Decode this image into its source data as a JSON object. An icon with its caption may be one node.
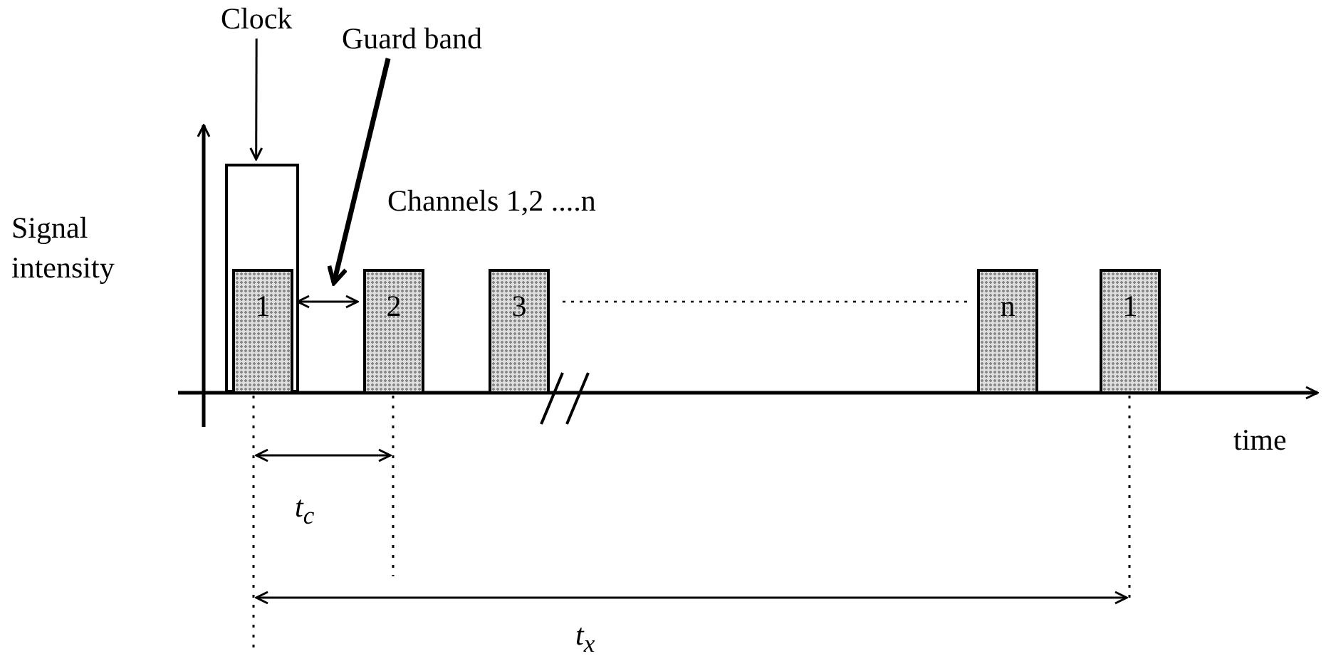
{
  "diagram": {
    "nodes": [
      {
        "text": [
          "Clock"
        ]
      },
      {
        "text": [],
        "shape": "box"
      },
      {
        "text": [
          "1"
        ],
        "in": 1
      },
      {
        "text": [
          "2"
        ]
      },
      {
        "text": [
          "3"
        ]
      },
      {
        "text": [
          "n"
        ]
      },
      {
        "text": [
          "1"
        ]
      },
      {
        "text": [
          "Guard band"
        ]
      },
      {
        "text": [],
        "shape": "arrow"
      }
    ],
    "edges": [
      {
        "from": 0,
        "to": 1,
        "arrow": "to"
      },
      {
        "from": 7,
        "to": 8,
        "arrow": "to",
        "style": "thick"
      }
    ],
    "labels": [
      "Signal intensity",
      "Channels 1,2 ....n",
      "time",
      "t$_{c}$",
      "t$_{x}$"
    ]
  }
}
